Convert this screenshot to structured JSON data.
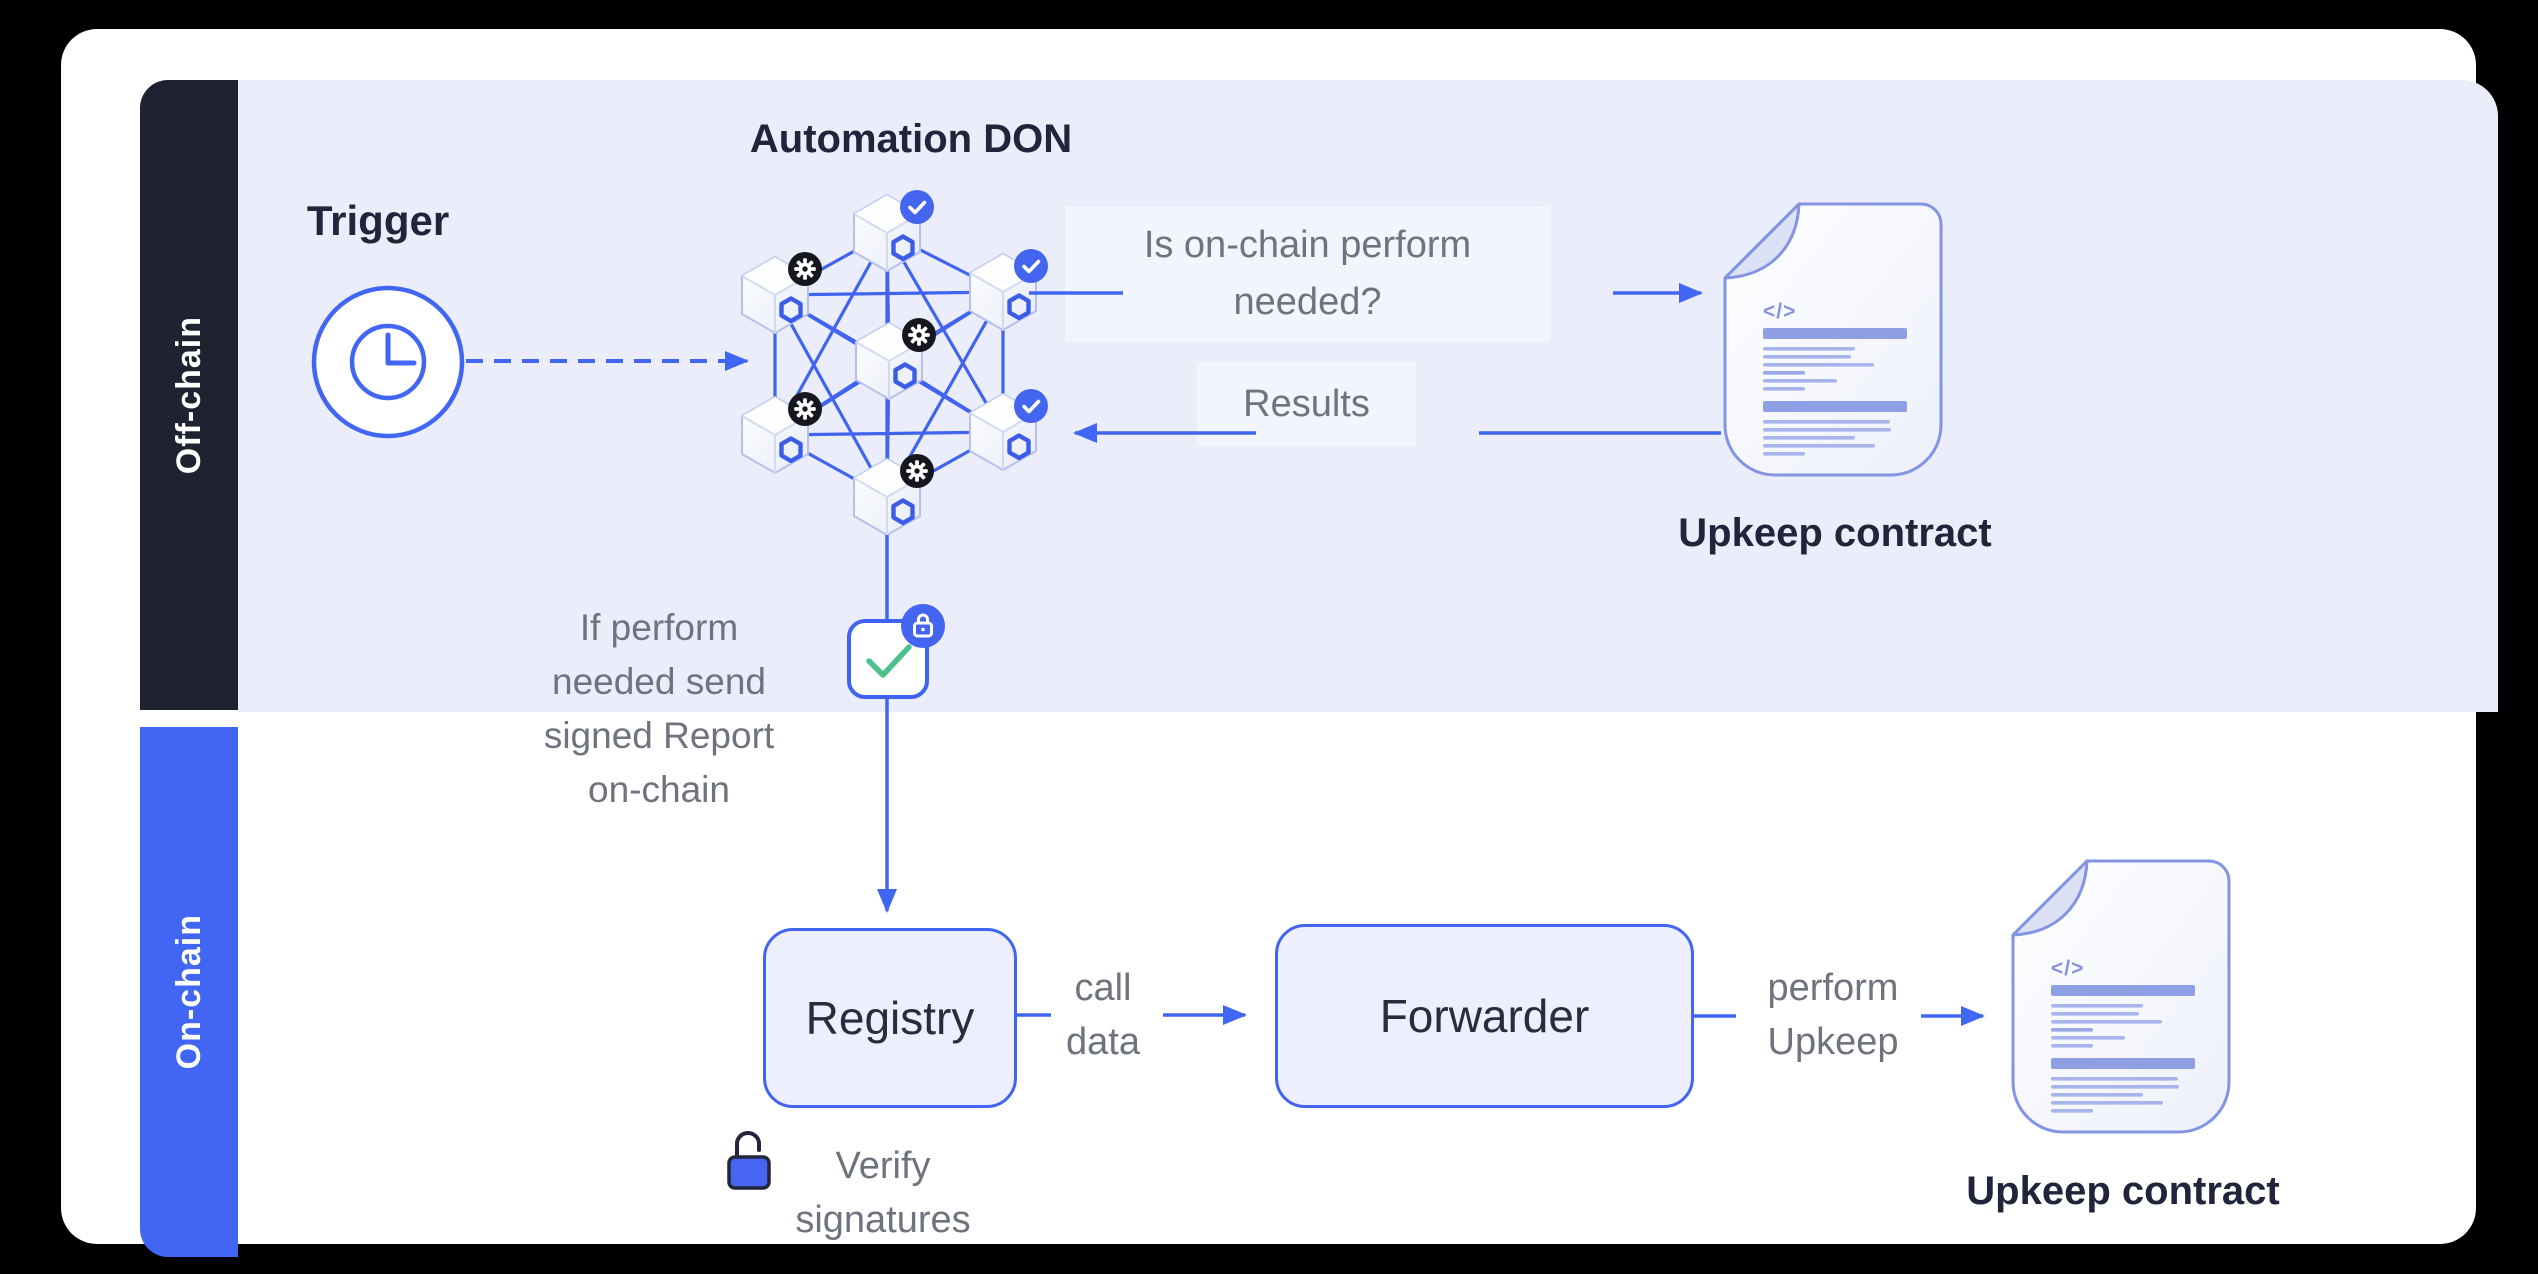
{
  "title": "Automation architecture diagram",
  "rails": {
    "offchain_label": "Off-chain",
    "onchain_label": "On-chain"
  },
  "offchain": {
    "trigger_label": "Trigger",
    "don_title": "Automation DON",
    "question": "Is on-chain perform\nneeded?",
    "results_label": "Results",
    "report_note": "If perform\nneeded send\nsigned Report\non-chain",
    "upkeep_contract_label": "Upkeep contract"
  },
  "onchain": {
    "registry_label": "Registry",
    "call_data_label": "call\ndata",
    "forwarder_label": "Forwarder",
    "perform_upkeep_label": "perform\nUpkeep",
    "verify_label": "Verify\nsignatures",
    "upkeep_contract_label": "Upkeep contract"
  },
  "contract_doc": {
    "code_glyph": "</>"
  },
  "icons": {
    "trigger": "clock-icon",
    "don_node_ok": "check-badge-icon",
    "don_node_compute": "gear-badge-icon",
    "signed_report": "check-lock-icon",
    "registry_verify": "open-padlock-icon",
    "upkeep_contract": "code-document-icon"
  },
  "colors": {
    "accent_blue": "#4166f3",
    "rail_dark": "#1e2231",
    "rail_blue": "#4166f3",
    "panel_lavender": "#ebeefa",
    "note_bg": "#f3f5fd",
    "text_dark": "#20253c",
    "text_gray": "#6e737e",
    "green_check": "#4cc08d",
    "badge_dark": "#15161e",
    "doc_border": "#8294e2"
  }
}
